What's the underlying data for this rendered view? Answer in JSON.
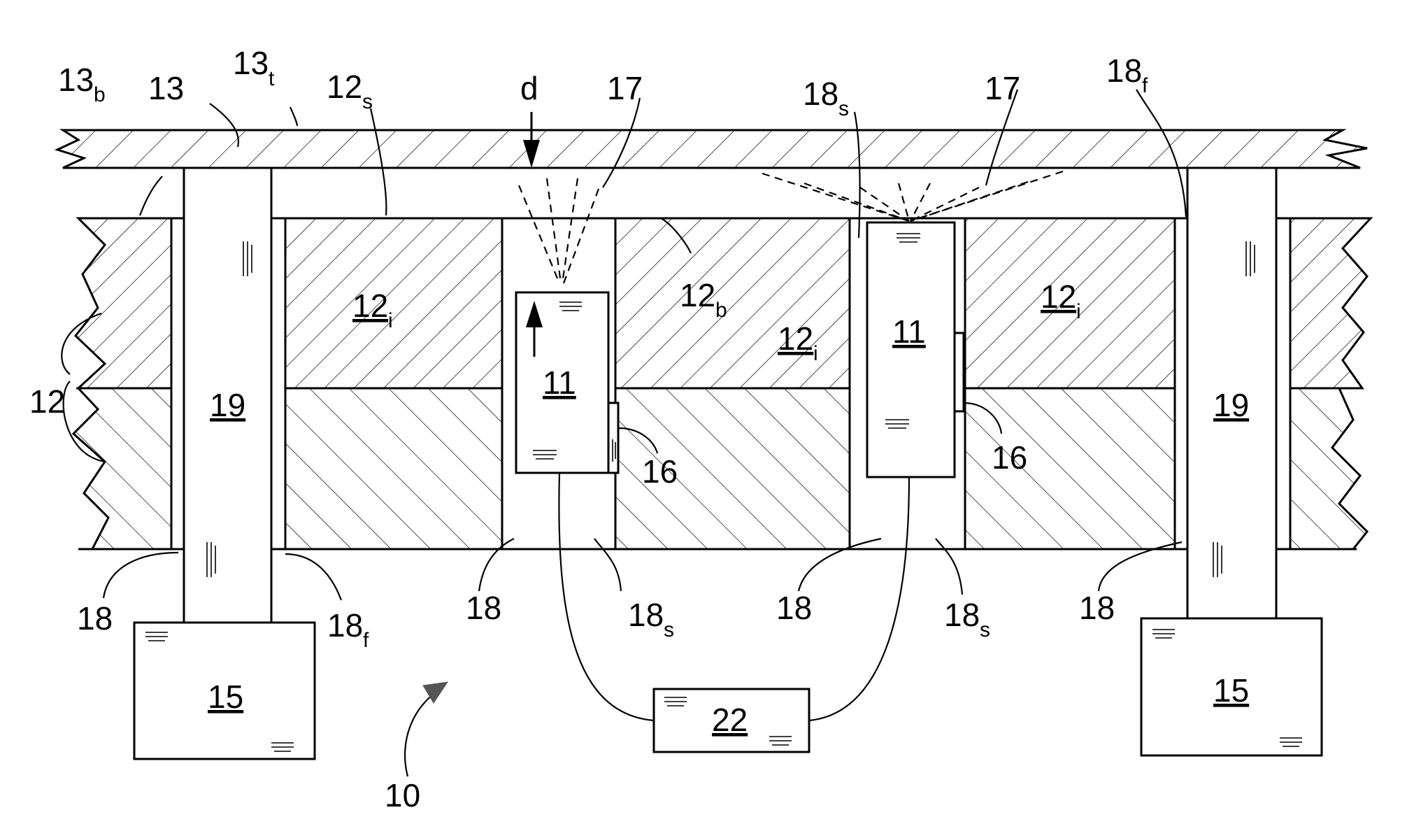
{
  "figure": {
    "labels": {
      "system": "10",
      "module": "11",
      "layer": "12",
      "inner_layer": "12",
      "inner_layer_sub": "i",
      "layer_bottom": "12",
      "layer_bottom_sub": "b",
      "layer_surface": "12",
      "layer_surface_sub": "s",
      "plate": "13",
      "plate_bottom_sub": "b",
      "plate_top_sub": "t",
      "base": "15",
      "tab": "16",
      "signal": "17",
      "opening": "18",
      "opening_side_sub": "s",
      "opening_fixed_sub": "f",
      "post": "19",
      "controller": "22",
      "distance": "d"
    }
  }
}
